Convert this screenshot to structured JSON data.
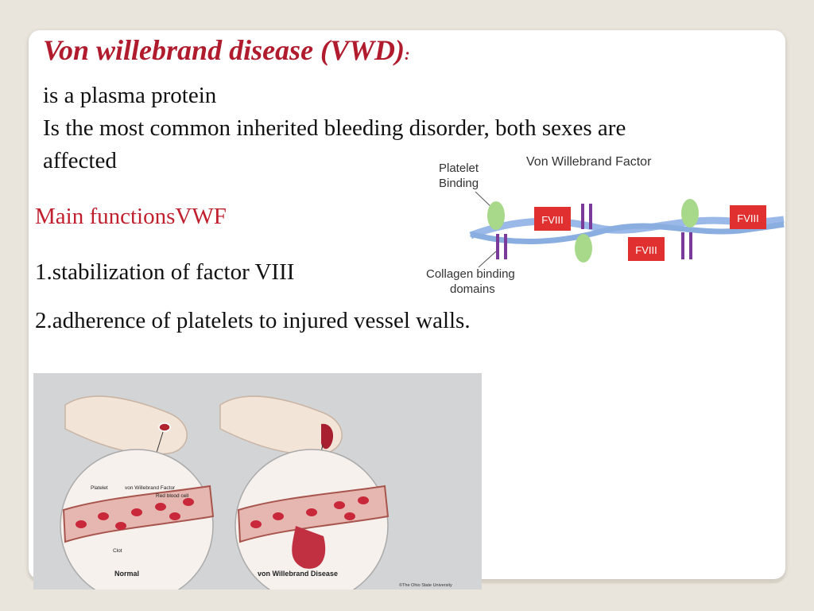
{
  "slide": {
    "title": "Von willebrand disease (VWD)",
    "title_colon": ":",
    "lines": [
      "is a plasma protein",
      "Is the most common inherited bleeding disorder, both sexes are",
      "affected"
    ],
    "section_heading": "Main functionsVWF",
    "functions": [
      "1.stabilization of factor VIII",
      "2.adherence of platelets to injured  vessel walls."
    ]
  },
  "vwf_diagram": {
    "title": "Von Willebrand Factor",
    "platelet_label_1": "Platelet",
    "platelet_label_2": "Binding",
    "collagen_label_1": "Collagen binding",
    "collagen_label_2": "domains",
    "fviii_labels": [
      "FVIII",
      "FVIII",
      "FVIII"
    ]
  },
  "finger_illustration": {
    "normal_caption": "Normal",
    "vwd_caption": "von Willebrand Disease",
    "labels": {
      "platelet": "Platelet",
      "vwf": "von Willebrand Factor",
      "rbc": "Red blood cell",
      "clot": "Clot"
    },
    "credit": "©The Ohio State University"
  },
  "colors": {
    "title_red": "#b01c2e",
    "heading_red": "#c0202e",
    "fviii_red": "#e03030",
    "platelet_green": "#a8d88a",
    "strand_blue": "#9ab8e8",
    "collagen_purple": "#7a3a9a"
  }
}
